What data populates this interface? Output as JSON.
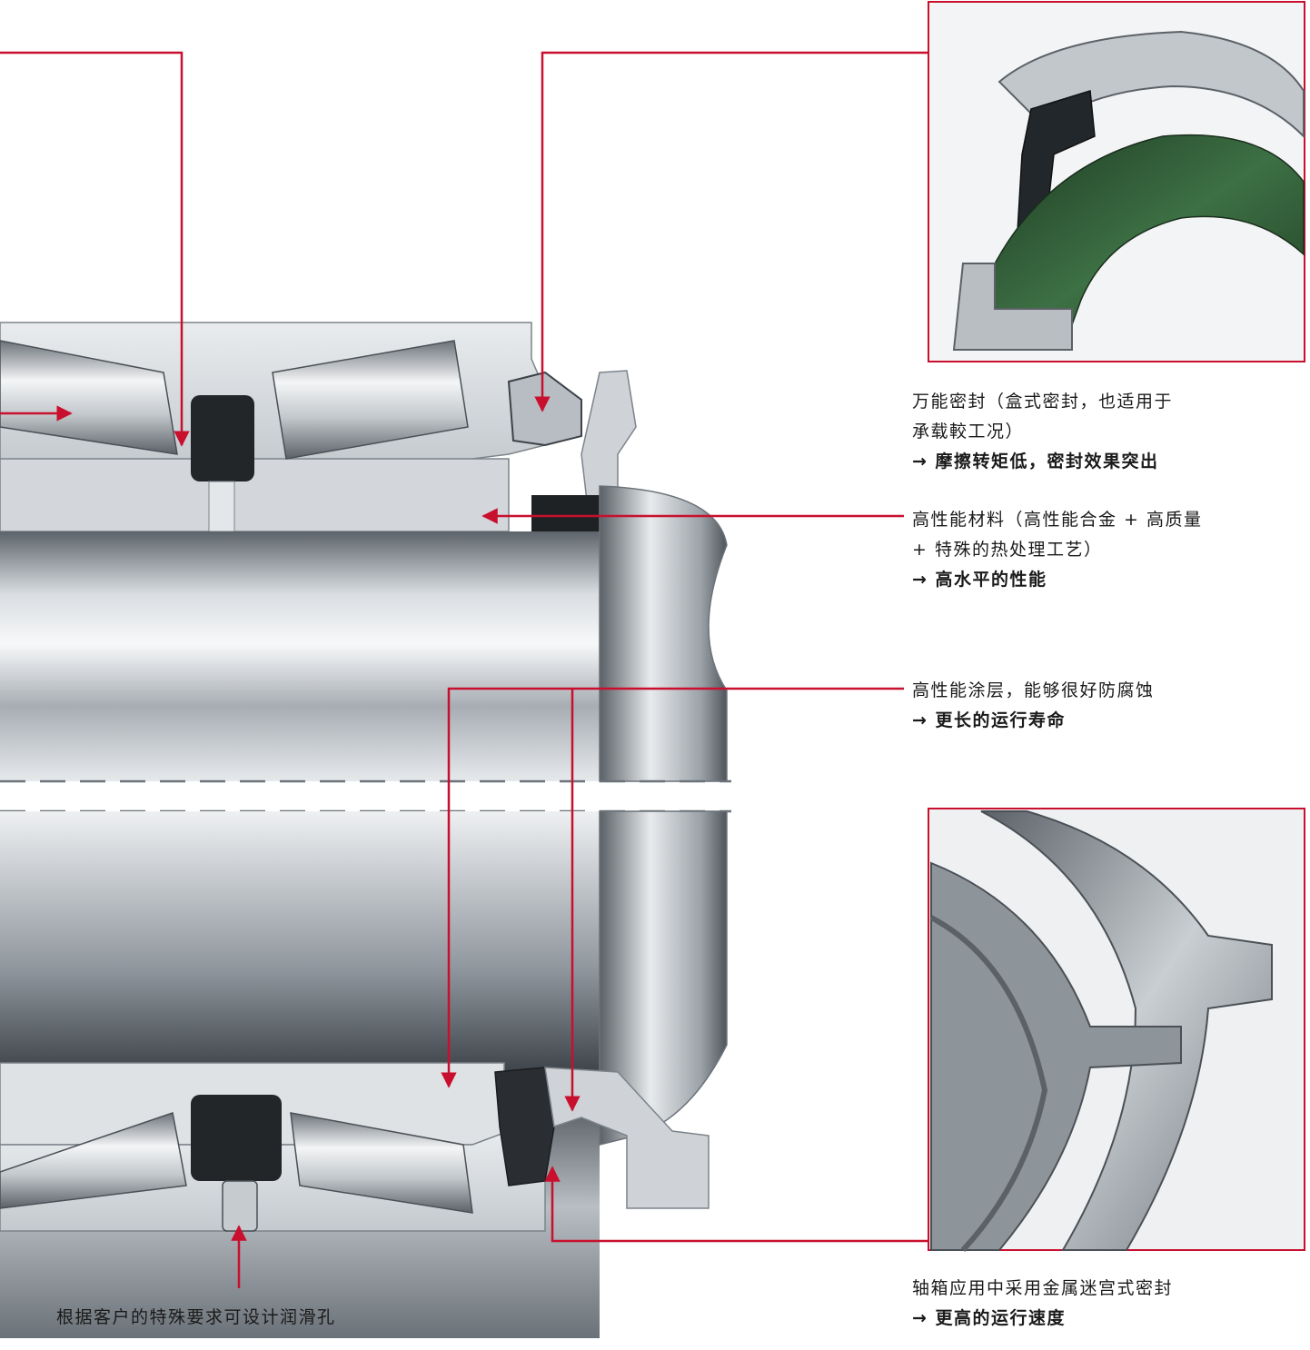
{
  "colors": {
    "callout": "#c8102e",
    "steel": "#9aa2aa",
    "seal_green": "#2f5a34"
  },
  "callouts": {
    "universal_seal": {
      "line1": "万能密封（盒式密封，也适用于",
      "line2": "承载較工况）",
      "benefit": "→ 摩擦转矩低，密封效果突出"
    },
    "material": {
      "line1": "高性能材料（高性能合金 + 高质量",
      "line2": "+ 特殊的热处理工艺）",
      "benefit": "→ 高水平的性能"
    },
    "coating": {
      "line1": "高性能涂层，能够很好防腐蚀",
      "benefit": "→ 更长的运行寿命"
    },
    "labyrinth_seal": {
      "line1": "轴箱应用中采用金属迷宫式密封",
      "benefit": "→ 更高的运行速度"
    },
    "lubrication_hole": {
      "line1": "根据客户的特殊要求可设计润滑孔"
    }
  }
}
